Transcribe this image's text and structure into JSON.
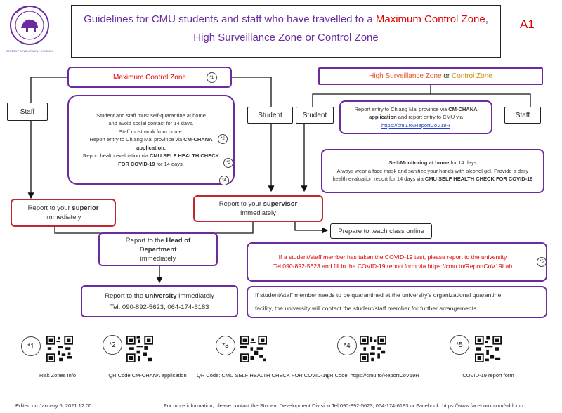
{
  "header": {
    "title_part1": "Guidelines for CMU students and staff who have travelled to a ",
    "title_red": "Maximum Control Zone",
    "title_comma": ",",
    "title_line2": "High Surveillance Zone or Control Zone",
    "page_code": "A1"
  },
  "logo": {
    "caption": "STUDENT DEVELOPMENT DIVISION"
  },
  "left": {
    "max_zone_label": "Maximum Control Zone",
    "max_zone_ref": "*1",
    "staff_label": "Staff",
    "student_label": "Student",
    "instructions": {
      "line1": "Student and staff must self-quarantine at home",
      "line2": "and avoid social contact for 14 days.",
      "line3": "Staff must work from home.",
      "line4_pre": "Report entry to Chiang Mai province via ",
      "line4_bold": "CM-CHANA",
      "line5": "application.",
      "line6_pre": "Report health evaluation via ",
      "line6_bold": "CMU SELF HEALTH CHECK",
      "line7": "FOR COVID-19",
      "line7_post": " for 14 days.",
      "ref2": "*2",
      "ref3": "*3",
      "ref4": "*4"
    },
    "superior_pre": "Report to your ",
    "superior_bold": "superior",
    "superior_post": "immediately",
    "supervisor_pre": "Report to your ",
    "supervisor_bold": "supervisor",
    "supervisor_post": "immediately",
    "head_pre": "Report to the ",
    "head_bold1": "Head of",
    "head_bold2": "Department",
    "head_post": "immediately",
    "univ_pre": "Report to the ",
    "univ_bold": "university",
    "univ_post": " immediately",
    "univ_phone": "Tel. 090-892-5623, 064-174-6183"
  },
  "right": {
    "zone_high": "High Surveillance Zone",
    "zone_or": " or ",
    "zone_control": "Control Zone",
    "student_label": "Student",
    "staff_label": "Staff",
    "report_pre": "Report entry to Chiang Mai province via ",
    "report_bold1": "CM-CHANA",
    "report_bold2": "application",
    "report_post": " and report entry to CMU via",
    "report_link": "https://cmu.to/ReportCoV19R",
    "monitor_bold": "Self-Monitoring at home",
    "monitor_rest": " for 14 days",
    "monitor_line2": "Always wear a face mask and sanitize your hands with alcohol gel. Provide a daily",
    "monitor_line3_pre": "health evaluation report for 14 days via ",
    "monitor_line3_bold": "CMU SELF HEALTH CHECK FOR COVID-19",
    "teach_online": "Prepare to teach class online",
    "covid_test_line1": "If a student/staff member has taken the COVID-19 test, please report to the university",
    "covid_test_line2": "Tel.090-892-5623 and fill in the COVID-19 report form via https://cmu.to/ReportCoV19Lab",
    "covid_ref": "*5",
    "quarantine_line1": "If student/staff member needs to be quarantined at the university's organizational quarantine",
    "quarantine_line2": "facility, the university will contact the student/staff member for further arrangements."
  },
  "qr_items": [
    {
      "badge": "*1",
      "caption": "Risk Zones Info"
    },
    {
      "badge": "*2",
      "caption": "QR Code CM-CHANA application"
    },
    {
      "badge": "*3",
      "caption": "QR Code: CMU SELF HEALTH CHECK FOR COVID-19"
    },
    {
      "badge": "*4",
      "caption": "QR Code: https://cmu.to/ReportCoV19R"
    },
    {
      "badge": "*5",
      "caption": "COVID-19 report form"
    }
  ],
  "footer": {
    "edited": "Edited on January 6, 2021 12.00",
    "contact": "For more information, please contact the Student Development Division Tel.090-892-5623, 064-174-6183 or Facebook: https://www.facebook.com/sddcmu"
  },
  "colors": {
    "purple": "#6a2aa0",
    "red": "#e10000",
    "orange": "#c98a00"
  }
}
